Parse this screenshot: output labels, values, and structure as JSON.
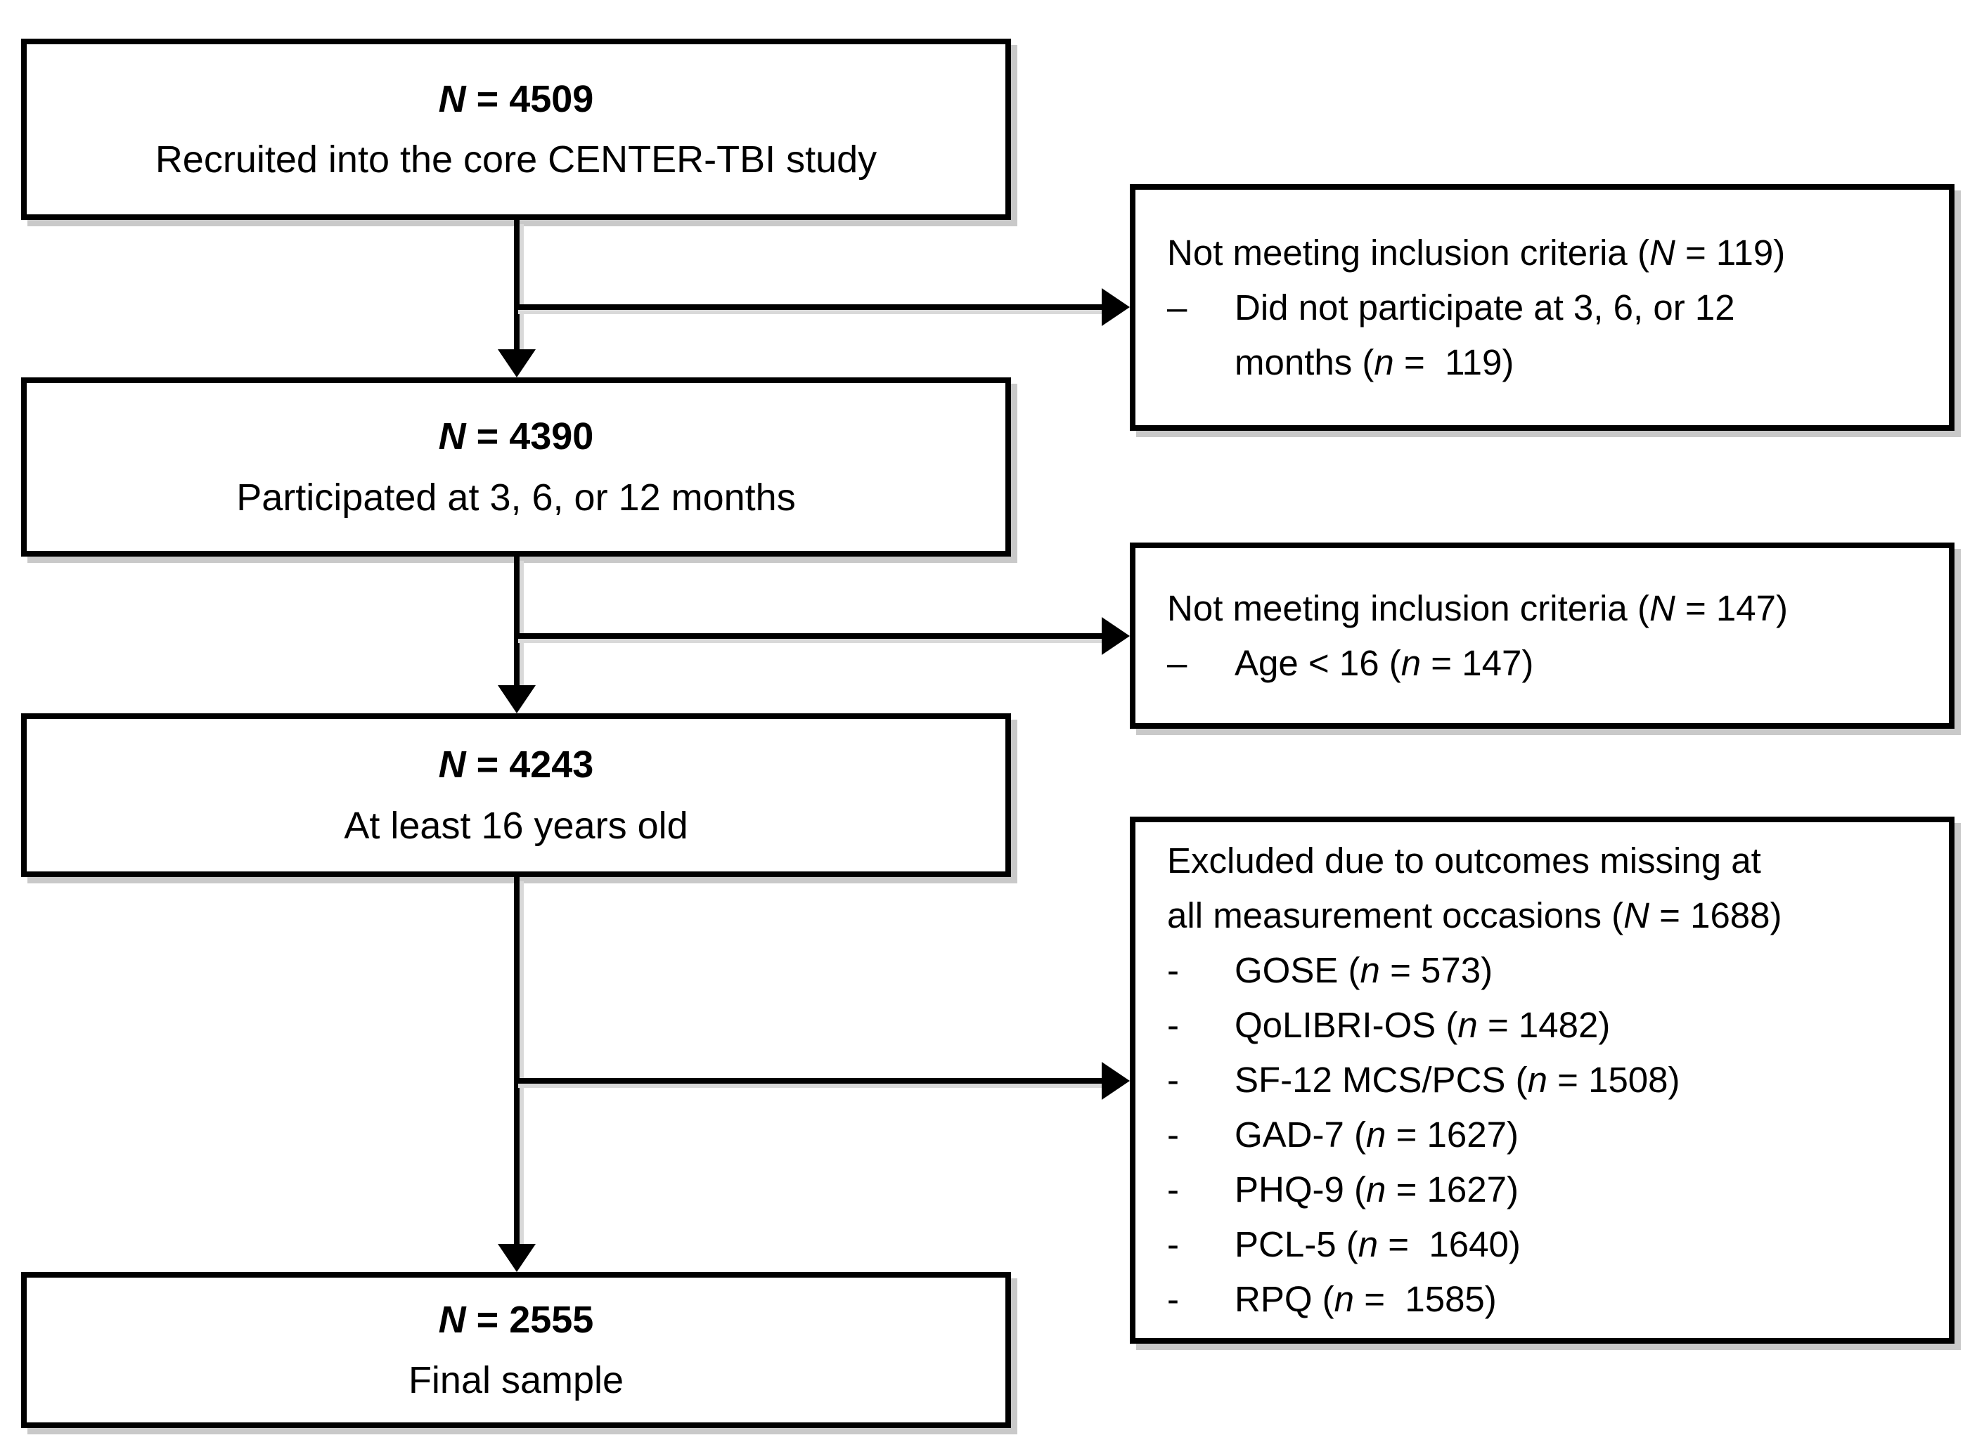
{
  "figure": {
    "background": "#ffffff",
    "line_color": "#000000",
    "shadow_color": "#c9c9c9"
  },
  "main_boxes": [
    {
      "n_var": "N",
      "n_rest": " = 4509",
      "desc": "Recruited into the core CENTER-TBI study"
    },
    {
      "n_var": "N",
      "n_rest": " = 4390",
      "desc": "Participated at 3, 6, or 12 months"
    },
    {
      "n_var": "N",
      "n_rest": " = 4243",
      "desc": "At least 16 years old"
    },
    {
      "n_var": "N",
      "n_rest": " = 2555",
      "desc": "Final sample"
    }
  ],
  "side_boxes": [
    {
      "title_pre": "Not meeting inclusion criteria (",
      "title_var": "N",
      "title_post": " = 119)",
      "items": [
        {
          "bullet": "–",
          "pre": "Did not participate at 3, 6, or 12\nmonths (",
          "var": "n",
          "post": " =  119)"
        }
      ]
    },
    {
      "title_pre": "Not meeting inclusion criteria (",
      "title_var": "N",
      "title_post": " = 147)",
      "items": [
        {
          "bullet": "–",
          "pre": "Age < 16 (",
          "var": "n",
          "post": " = 147)"
        }
      ]
    },
    {
      "title_pre": "Excluded due to outcomes missing at\nall measurement occasions (",
      "title_var": "N",
      "title_post": " = 1688)",
      "items": [
        {
          "bullet": "-",
          "pre": "GOSE (",
          "var": "n",
          "post": " = 573)"
        },
        {
          "bullet": "-",
          "pre": "QoLIBRI-OS (",
          "var": "n",
          "post": " = 1482)"
        },
        {
          "bullet": "-",
          "pre": "SF-12 MCS/PCS (",
          "var": "n",
          "post": " = 1508)"
        },
        {
          "bullet": "-",
          "pre": "GAD-7 (",
          "var": "n",
          "post": " = 1627)"
        },
        {
          "bullet": "-",
          "pre": "PHQ-9 (",
          "var": "n",
          "post": " = 1627)"
        },
        {
          "bullet": "-",
          "pre": "PCL-5 (",
          "var": "n",
          "post": " =  1640)"
        },
        {
          "bullet": "-",
          "pre": "RPQ (",
          "var": "n",
          "post": " =  1585)"
        }
      ]
    }
  ]
}
